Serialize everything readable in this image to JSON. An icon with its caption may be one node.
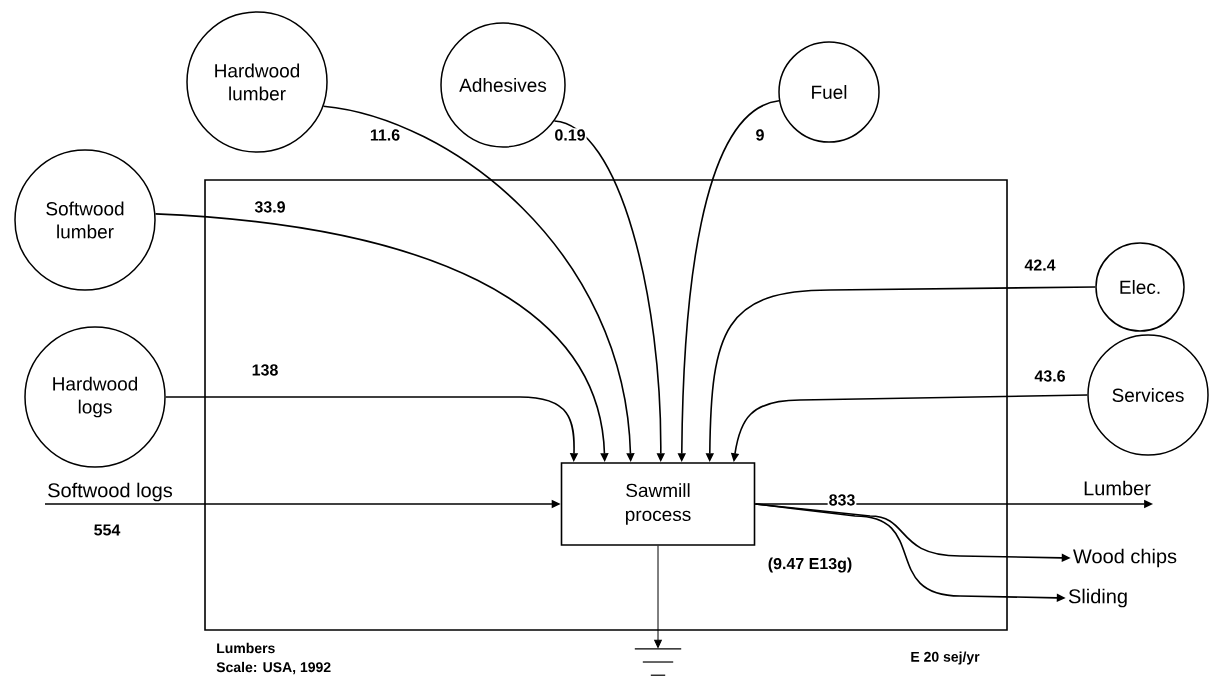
{
  "diagram": {
    "nodes": [
      {
        "text": [],
        "shape": "box"
      },
      {
        "text": [
          "Hardwood lumber"
        ]
      },
      {
        "text": [
          "Adhesives"
        ]
      },
      {
        "text": [
          "Fuel"
        ]
      },
      {
        "text": [
          "Softwood lumber"
        ]
      },
      {
        "text": [
          "Elec."
        ]
      },
      {
        "text": [
          "Hardwood logs"
        ]
      },
      {
        "text": [
          "Services"
        ]
      },
      {
        "text": [
          "Softwood logs"
        ]
      },
      {
        "text": [
          "Sawmill process"
        ],
        "in": 0
      },
      {
        "text": [
          "Lumber"
        ]
      },
      {
        "text": [
          "Wood chips"
        ]
      },
      {
        "text": [
          "Sliding"
        ]
      },
      {
        "text": [],
        "shape": "picture"
      }
    ],
    "edges": [
      {
        "from": 1,
        "to": 9,
        "arrow": "to",
        "label": "11.6"
      },
      {
        "from": 2,
        "to": 9,
        "arrow": "to",
        "label": "0.19"
      },
      {
        "from": 3,
        "to": 9,
        "arrow": "to",
        "label": "9"
      },
      {
        "from": 4,
        "to": 9,
        "arrow": "to",
        "label": "33.9"
      },
      {
        "from": 5,
        "to": 9,
        "arrow": "to",
        "label": "42.4"
      },
      {
        "from": 6,
        "to": 9,
        "arrow": "to",
        "label": "138"
      },
      {
        "from": 7,
        "to": 9,
        "arrow": "to",
        "label": "43.6"
      },
      {
        "from": 8,
        "to": 9,
        "arrow": "to",
        "label": "554"
      },
      {
        "from": 9,
        "to": 10,
        "arrow": "to",
        "label": "833"
      },
      {
        "from": 9,
        "to": 11,
        "arrow": "to"
      },
      {
        "from": 9,
        "to": 12,
        "arrow": "to"
      },
      {
        "from": 9,
        "to": 13,
        "arrow": "to"
      }
    ],
    "labels": [
      "(9.47 E13g)",
      "Lumbers",
      "Scale: USA, 1992",
      "E 20 sej/yr"
    ]
  }
}
